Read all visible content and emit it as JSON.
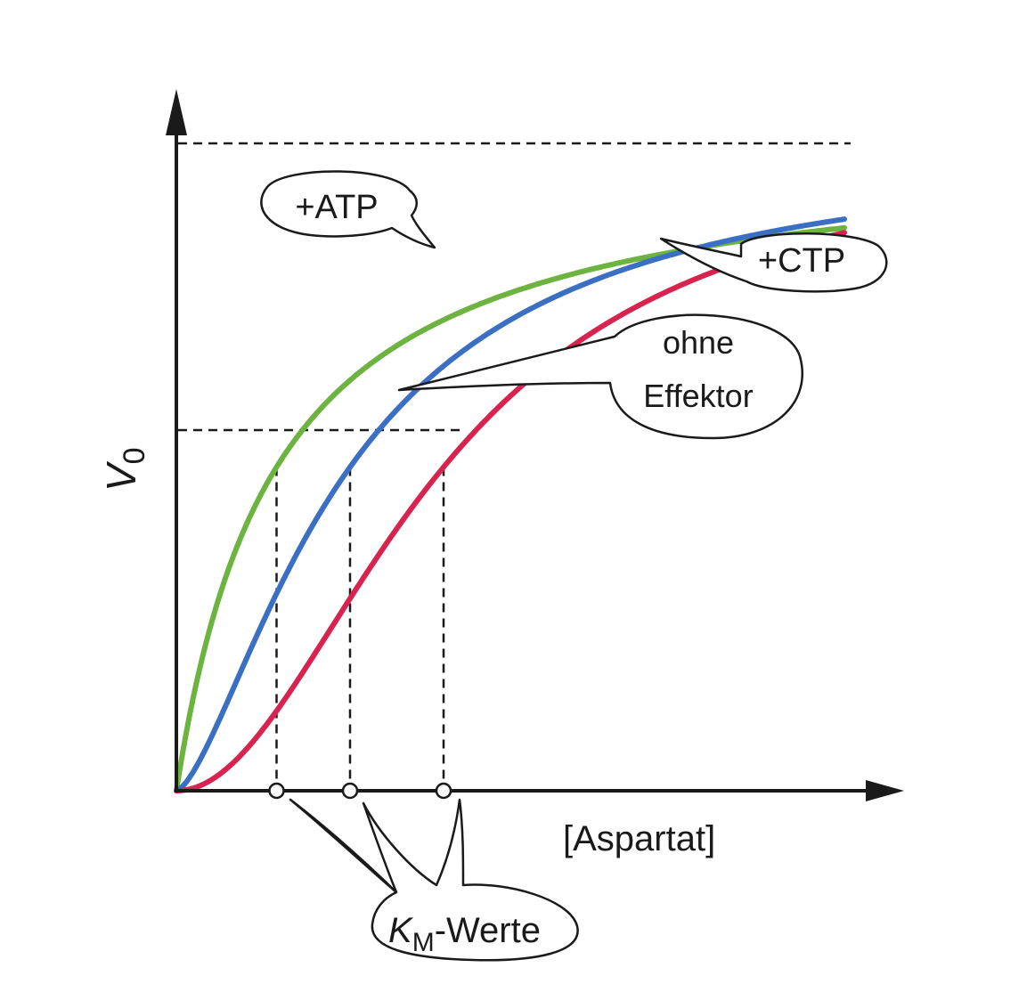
{
  "chart_data": {
    "type": "line",
    "xlabel": "[Aspartat]",
    "ylabel": "V",
    "ylabel_subscript": "0",
    "xlim": [
      0,
      10
    ],
    "ylim": [
      0,
      1.0
    ],
    "vmax": 1.0,
    "half_vmax": 0.5,
    "series": [
      {
        "name": "+ATP",
        "color": "#6cb33f",
        "km": 1.5,
        "hill": 1.0
      },
      {
        "name": "ohne Effektor",
        "color": "#3a6fc4",
        "km": 2.6,
        "hill": 1.5
      },
      {
        "name": "+CTP",
        "color": "#d9234f",
        "km": 4.0,
        "hill": 2.0
      }
    ],
    "annotations": {
      "atp": "+ATP",
      "ctp": "+CTP",
      "ohne_line1": "ohne",
      "ohne_line2": "Effektor",
      "km_k": "K",
      "km_sub": "M",
      "km_rest": "-Werte"
    }
  }
}
